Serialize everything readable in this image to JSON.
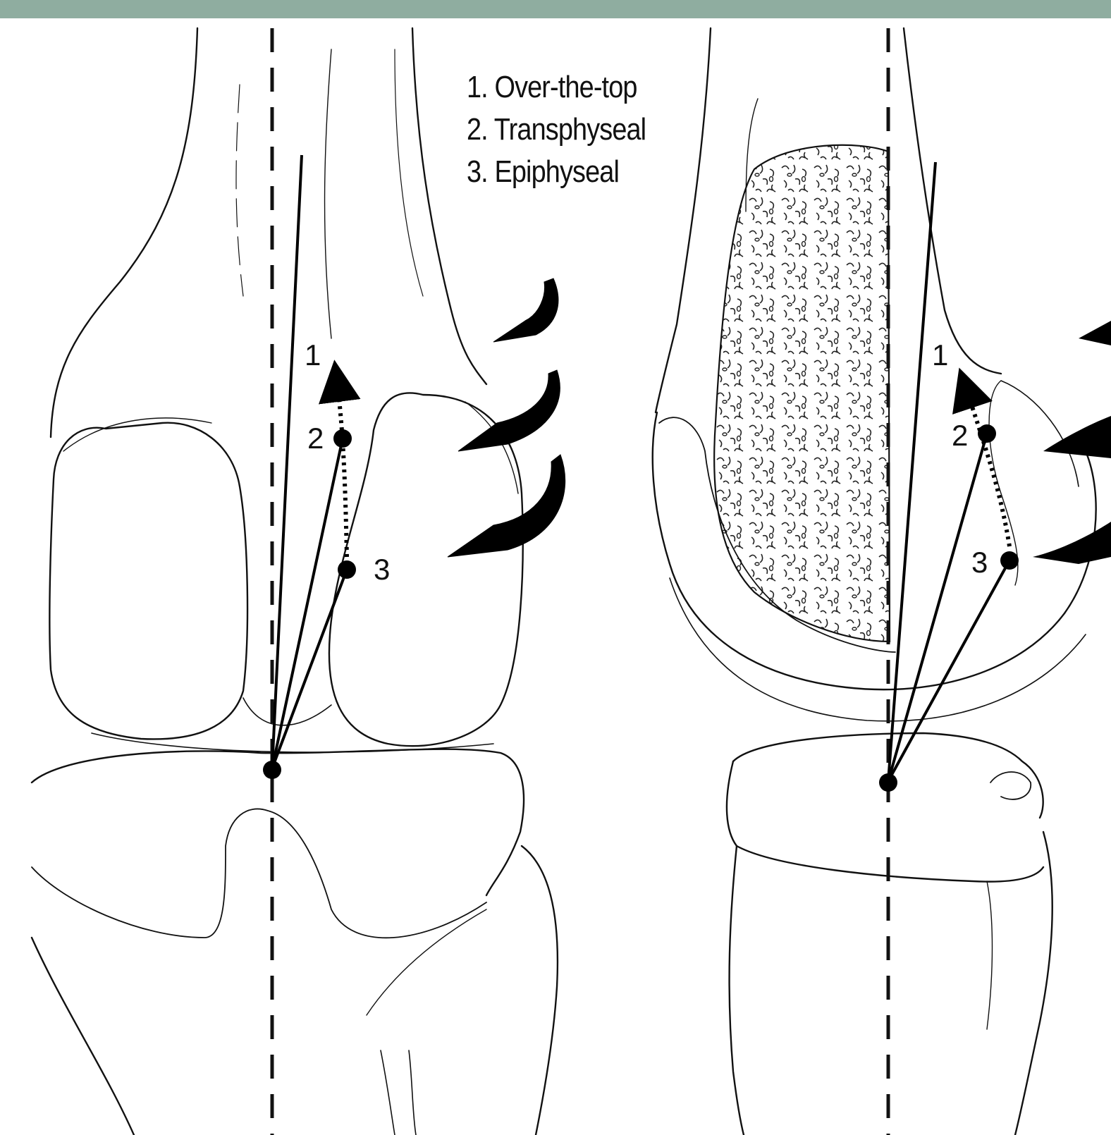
{
  "header": {
    "bar_color": "#8fada0"
  },
  "legend": {
    "items": [
      "1. Over-the-top",
      "2. Transphyseal",
      "3. Epiphyseal"
    ]
  },
  "left_view": {
    "labels": {
      "p1": "1",
      "p2": "2",
      "p3": "3"
    }
  },
  "right_view": {
    "labels": {
      "p1": "1",
      "p2": "2",
      "p3": "3"
    }
  }
}
